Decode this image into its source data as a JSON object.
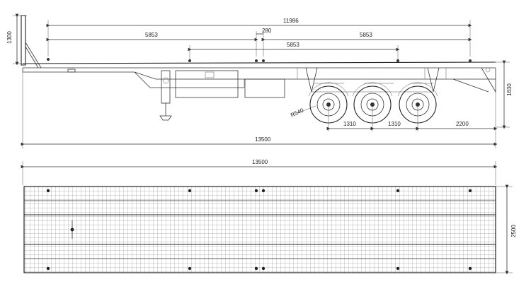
{
  "side_view": {
    "dimensions": {
      "overall_deck": "11986",
      "twistlock_left": "5853",
      "twistlock_gap": "280",
      "twistlock_right": "5853",
      "twistlock_mid": "5853",
      "gooseneck_height": "1300",
      "deck_height": "1630",
      "radius": "R540",
      "axle_spacing_1": "1310",
      "axle_spacing_2": "1310",
      "rear_overhang": "2200",
      "overall_length": "13500"
    }
  },
  "top_view": {
    "dimensions": {
      "overall_length": "13500",
      "overall_width": "2500"
    }
  }
}
